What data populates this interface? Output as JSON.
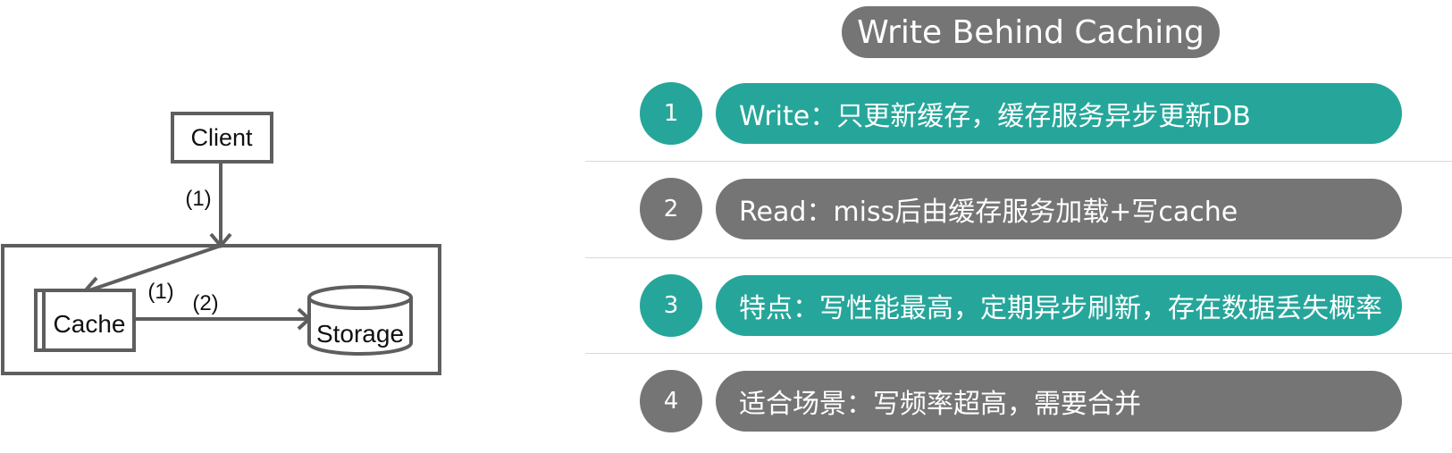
{
  "colors": {
    "teal": "#26a69a",
    "gray": "#757575",
    "stroke": "#5e5e5e"
  },
  "diagram": {
    "client": "Client",
    "cache": "Cache",
    "storage": "Storage",
    "label_client_arrow": "(1)",
    "label_cache_arrow": "(1)",
    "label_storage_arrow": "(2)"
  },
  "title": "Write Behind Caching",
  "items": [
    {
      "number": "1",
      "text": "Write：只更新缓存，缓存服务异步更新DB",
      "style": "teal"
    },
    {
      "number": "2",
      "text": "Read：miss后由缓存服务加载+写cache",
      "style": "gray"
    },
    {
      "number": "3",
      "text": "特点：写性能最高，定期异步刷新，存在数据丢失概率",
      "style": "teal"
    },
    {
      "number": "4",
      "text": "适合场景：写频率超高，需要合并",
      "style": "gray"
    }
  ]
}
